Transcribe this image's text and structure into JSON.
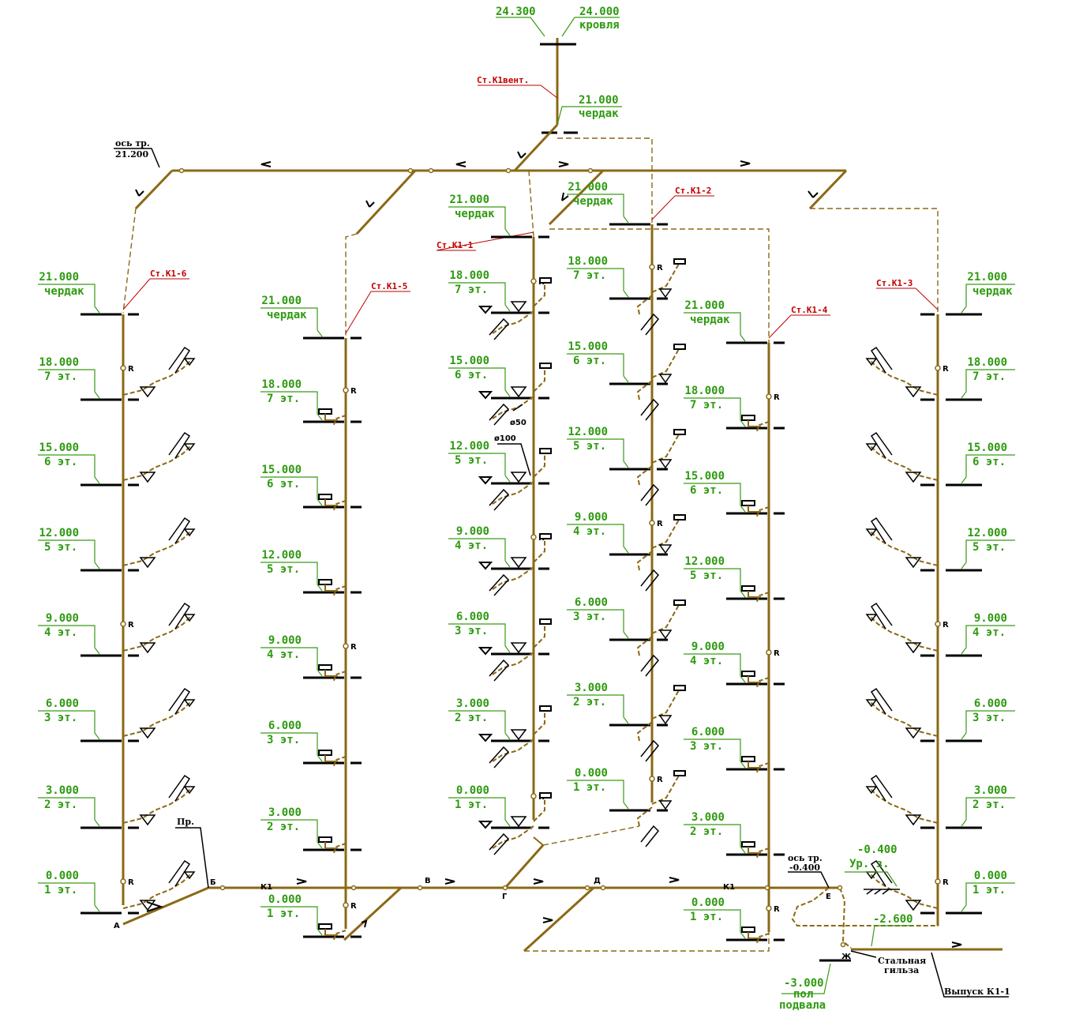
{
  "roof": {
    "left_level": "24.300",
    "right_level": "24.000",
    "right_label": "кровля",
    "vent_riser": "Ст.К1вент.",
    "attic_level": "21.000",
    "attic_label": "чердак"
  },
  "axis_note": {
    "line1": "ось тр.",
    "line2": "21.200"
  },
  "risers": [
    {
      "name": "Ст.К1-6",
      "attic": {
        "level": "21.000",
        "label": "чердак"
      },
      "floors": [
        {
          "level": "18.000",
          "label": "7 эт."
        },
        {
          "level": "15.000",
          "label": "6 эт."
        },
        {
          "level": "12.000",
          "label": "5 эт."
        },
        {
          "level": "9.000",
          "label": "4 эт."
        },
        {
          "level": "6.000",
          "label": "3 эт."
        },
        {
          "level": "3.000",
          "label": "2 эт."
        },
        {
          "level": "0.000",
          "label": "1 эт."
        }
      ]
    },
    {
      "name": "Ст.К1-5",
      "attic": {
        "level": "21.000",
        "label": "чердак"
      },
      "floors": [
        {
          "level": "18.000",
          "label": "7 эт."
        },
        {
          "level": "15.000",
          "label": "6 эт."
        },
        {
          "level": "12.000",
          "label": "5 эт."
        },
        {
          "level": "9.000",
          "label": "4 эт."
        },
        {
          "level": "6.000",
          "label": "3 эт."
        },
        {
          "level": "3.000",
          "label": "2 эт."
        },
        {
          "level": "0.000",
          "label": "1 эт."
        }
      ]
    },
    {
      "name": "Ст.К1-1",
      "attic": {
        "level": "21.000",
        "label": "чердак"
      },
      "floors": [
        {
          "level": "18.000",
          "label": "7 эт."
        },
        {
          "level": "15.000",
          "label": "6 эт."
        },
        {
          "level": "12.000",
          "label": "5 эт."
        },
        {
          "level": "9.000",
          "label": "4 эт."
        },
        {
          "level": "6.000",
          "label": "3 эт."
        },
        {
          "level": "3.000",
          "label": "2 эт."
        },
        {
          "level": "0.000",
          "label": "1 эт."
        }
      ]
    },
    {
      "name": "Ст.К1-2",
      "attic": {
        "level": "21.000",
        "label": "чердак"
      },
      "floors": [
        {
          "level": "18.000",
          "label": "7 эт."
        },
        {
          "level": "15.000",
          "label": "6 эт."
        },
        {
          "level": "12.000",
          "label": "5 эт."
        },
        {
          "level": "9.000",
          "label": "4 эт."
        },
        {
          "level": "6.000",
          "label": "3 эт."
        },
        {
          "level": "3.000",
          "label": "2 эт."
        },
        {
          "level": "0.000",
          "label": "1 эт."
        }
      ]
    },
    {
      "name": "Ст.К1-4",
      "attic": {
        "level": "21.000",
        "label": "чердак"
      },
      "floors": [
        {
          "level": "18.000",
          "label": "7 эт."
        },
        {
          "level": "15.000",
          "label": "6 эт."
        },
        {
          "level": "12.000",
          "label": "5 эт."
        },
        {
          "level": "9.000",
          "label": "4 эт."
        },
        {
          "level": "6.000",
          "label": "3 эт."
        },
        {
          "level": "3.000",
          "label": "2 эт."
        },
        {
          "level": "0.000",
          "label": "1 эт."
        }
      ]
    },
    {
      "name": "Ст.К1-3",
      "attic": {
        "level": "21.000",
        "label": "чердак"
      },
      "floors": [
        {
          "level": "18.000",
          "label": "7 эт."
        },
        {
          "level": "15.000",
          "label": "6 эт."
        },
        {
          "level": "12.000",
          "label": "5 эт."
        },
        {
          "level": "9.000",
          "label": "4 эт."
        },
        {
          "level": "6.000",
          "label": "3 эт."
        },
        {
          "level": "3.000",
          "label": "2 эт."
        },
        {
          "level": "0.000",
          "label": "1 эт."
        }
      ]
    }
  ],
  "revision_label": "R",
  "diameters": {
    "d50": "ø50",
    "d100": "ø100"
  },
  "collector": {
    "name": "К1",
    "points": [
      "А",
      "Б",
      "В",
      "Г",
      "Д",
      "Е",
      "Ж"
    ],
    "cleanout": "Пр."
  },
  "ground": {
    "axis_line1": "ось тр.",
    "axis_line2": "-0.400",
    "level": "-0.400",
    "level_label": "Ур. з.",
    "outlet_level": "-2.600",
    "basement_level": "-3.000",
    "basement_label1": "пол",
    "basement_label2": "подвала",
    "sleeve_line1": "Стальная",
    "sleeve_line2": "гильза",
    "outlet": "Выпуск К1-1"
  }
}
